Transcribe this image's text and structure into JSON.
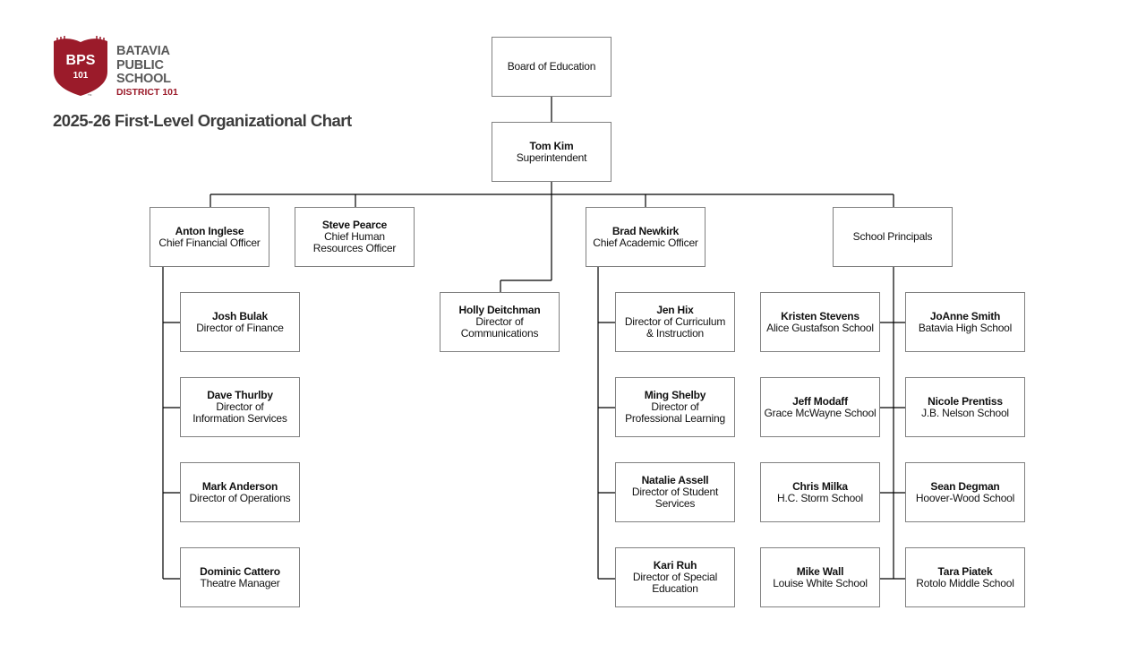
{
  "logo": {
    "badge_top": "BPS",
    "badge_bottom": "101",
    "trademark": "TM",
    "line1": "BATAVIA",
    "line2": "PUBLIC",
    "line3": "SCHOOL",
    "line4": "DISTRICT 101",
    "colors": {
      "crimson": "#9b1b2a",
      "gray": "#5a5a5a"
    }
  },
  "chart_title": "2025-26 First-Level Organizational Chart",
  "org": {
    "board": {
      "name": "",
      "title": "Board of Education"
    },
    "superintendent": {
      "name": "Tom Kim",
      "title": "Superintendent"
    },
    "cfo": {
      "name": "Anton Inglese",
      "title": "Chief Financial Officer"
    },
    "hr": {
      "name": "Steve Pearce",
      "title": "Chief Human\nResources Officer"
    },
    "comms": {
      "name": "Holly Deitchman",
      "title": "Director of\nCommunications"
    },
    "cao": {
      "name": "Brad Newkirk",
      "title": "Chief Academic Officer"
    },
    "principals": {
      "name": "",
      "title": "School Principals"
    },
    "finance": {
      "name": "Josh Bulak",
      "title": "Director of Finance"
    },
    "info": {
      "name": "Dave Thurlby",
      "title": "Director of\nInformation Services"
    },
    "operations": {
      "name": "Mark Anderson",
      "title": "Director of Operations"
    },
    "theatre": {
      "name": "Dominic Cattero",
      "title": "Theatre Manager"
    },
    "curriculum": {
      "name": "Jen Hix",
      "title": "Director of Curriculum\n& Instruction"
    },
    "learning": {
      "name": "Ming Shelby",
      "title": "Director of\nProfessional Learning"
    },
    "student": {
      "name": "Natalie Assell",
      "title": "Director of Student\nServices"
    },
    "special": {
      "name": "Kari Ruh",
      "title": "Director of Special\nEducation"
    },
    "alice": {
      "name": "Kristen Stevens",
      "title": "Alice Gustafson School"
    },
    "grace": {
      "name": "Jeff Modaff",
      "title": "Grace McWayne School"
    },
    "storm": {
      "name": "Chris Milka",
      "title": "H.C. Storm School"
    },
    "louise": {
      "name": "Mike Wall",
      "title": "Louise White School"
    },
    "bhs": {
      "name": "JoAnne Smith",
      "title": "Batavia High School"
    },
    "nelson": {
      "name": "Nicole Prentiss",
      "title": "J.B. Nelson School"
    },
    "hoover": {
      "name": "Sean Degman",
      "title": "Hoover-Wood School"
    },
    "rotolo": {
      "name": "Tara Piatek",
      "title": "Rotolo Middle School"
    }
  }
}
